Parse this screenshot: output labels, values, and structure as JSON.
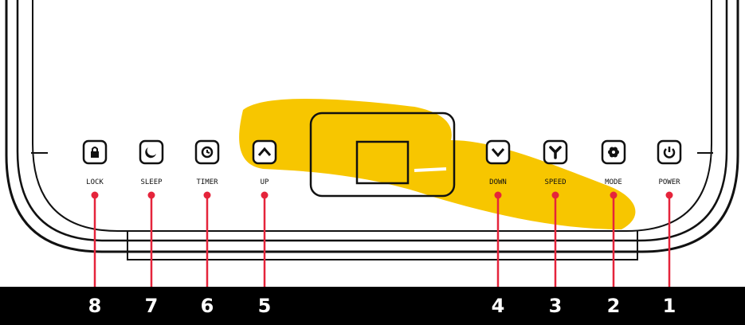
{
  "colors": {
    "highlight": "#F7C600",
    "marker": "#E5243B",
    "outline": "#111111",
    "bar": "#000000",
    "text_on_bar": "#FFFFFF"
  },
  "buttons": [
    {
      "number": "8",
      "label": "LOCK",
      "icon": "lock-icon"
    },
    {
      "number": "7",
      "label": "SLEEP",
      "icon": "moon-icon"
    },
    {
      "number": "6",
      "label": "TIMER",
      "icon": "clock-icon"
    },
    {
      "number": "5",
      "label": "UP",
      "icon": "chevron-up-icon"
    },
    {
      "number": "4",
      "label": "DOWN",
      "icon": "chevron-down-icon"
    },
    {
      "number": "3",
      "label": "SPEED",
      "icon": "fan-speed-icon"
    },
    {
      "number": "2",
      "label": "MODE",
      "icon": "mode-icon"
    },
    {
      "number": "1",
      "label": "POWER",
      "icon": "power-icon"
    }
  ]
}
